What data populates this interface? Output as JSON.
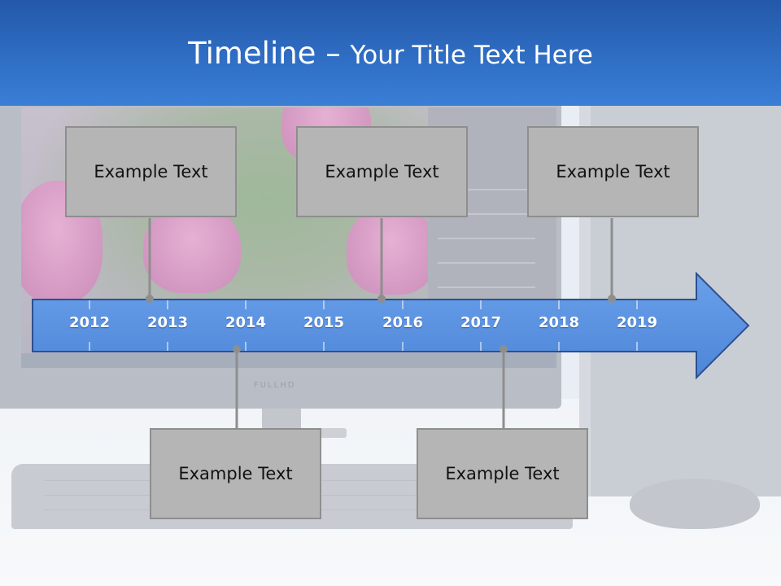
{
  "slide": {
    "title_main": "Timeline",
    "title_dash": " – ",
    "title_sub": "Your Title Text Here"
  },
  "background_photo": {
    "monitor_logo": "FULLHD"
  },
  "timeline": {
    "years": [
      "2012",
      "2013",
      "2014",
      "2015",
      "2016",
      "2017",
      "2018",
      "2019"
    ],
    "arrow_color": "#5690e0",
    "arrow_border": "#2c4f8f",
    "events": [
      {
        "label": "Example Text",
        "side": "above"
      },
      {
        "label": "Example Text",
        "side": "above"
      },
      {
        "label": "Example Text",
        "side": "above"
      },
      {
        "label": "Example Text",
        "side": "below"
      },
      {
        "label": "Example Text",
        "side": "below"
      }
    ],
    "box_color": "#b5b5b5",
    "connector_color": "#8e8e8e"
  }
}
